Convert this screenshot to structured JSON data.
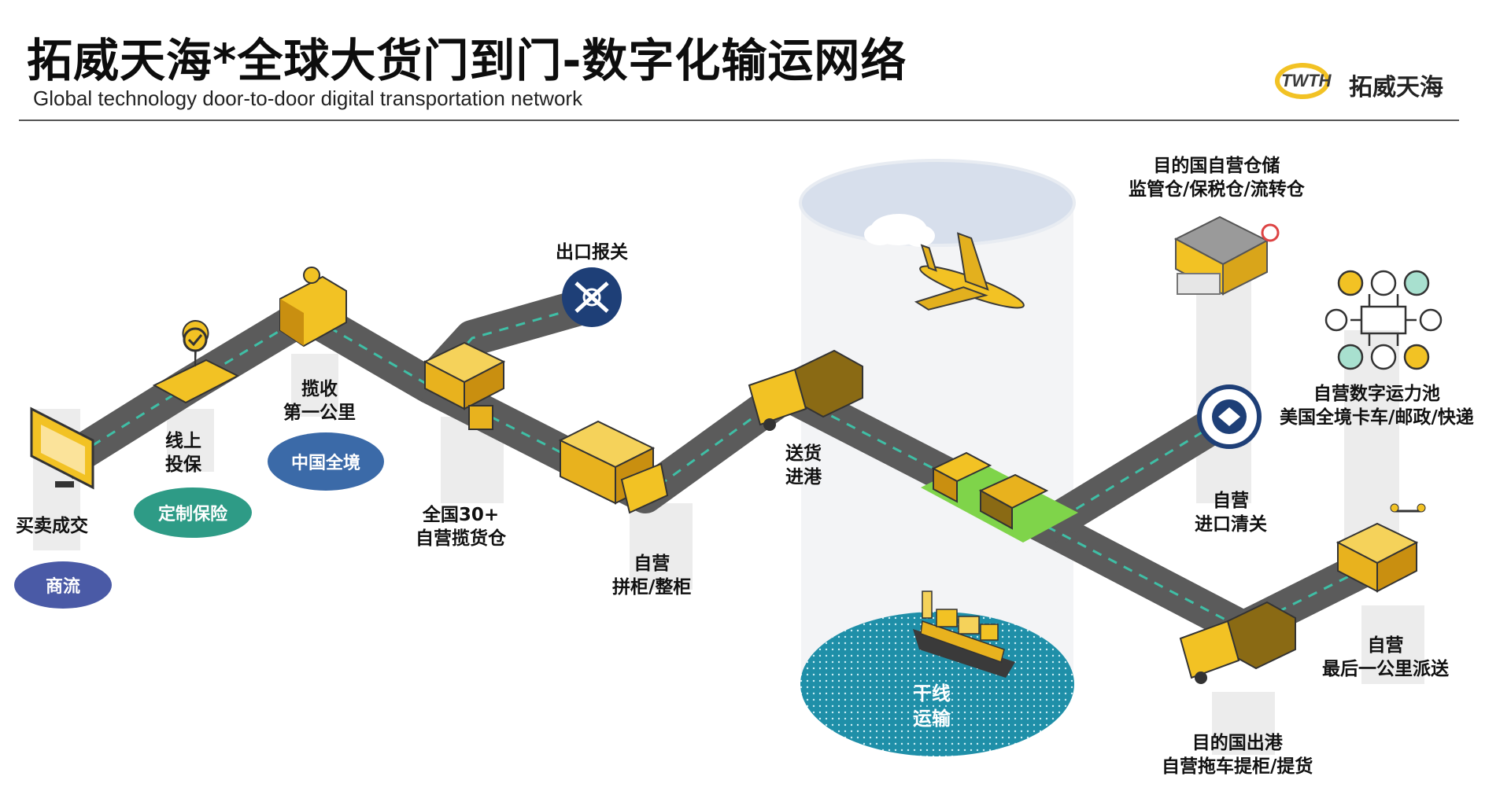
{
  "header": {
    "title": "拓威天海*全球大货门到门-数字化输运网络",
    "subtitle": "Global technology door-to-door digital transportation network"
  },
  "logo": {
    "mark": "TWTH",
    "name": "拓威天海"
  },
  "stages": {
    "deal": "买卖成交",
    "insure_l1": "线上",
    "insure_l2": "投保",
    "pickup_l1": "揽收",
    "pickup_l2": "第一公里",
    "warehouse_l1": "全国30+",
    "warehouse_l2": "自营揽货仓",
    "export_customs": "出口报关",
    "consolidate_l1": "自营",
    "consolidate_l2": "拼柜/整柜",
    "port_l1": "送货",
    "port_l2": "进港",
    "trunk_l1": "干线",
    "trunk_l2": "运输",
    "dest_port_l1": "目的国出港",
    "dest_port_l2": "自营拖车提柜/提货",
    "import_l1": "自营",
    "import_l2": "进口清关",
    "storage_l1": "目的国自营仓储",
    "storage_l2": "监管仓/保税仓/流转仓",
    "pool_l1": "自营数字运力池",
    "pool_l2": "美国全境卡车/邮政/快递",
    "lastmile_l1": "自营",
    "lastmile_l2": "最后一公里派送"
  },
  "badges": {
    "commerce": "商流",
    "insurance": "定制保险",
    "china": "中国全境"
  },
  "colors": {
    "road": "#5b5b5b",
    "road_dash": "#3fbfa6",
    "accent_yellow": "#f2c224",
    "badge_commerce": "#4a5aa6",
    "badge_insurance": "#2e9b86",
    "badge_china": "#3b6aa8",
    "sky": "#d7dfec",
    "sea": "#1f8fa8",
    "rail_grass": "#7fd44a"
  }
}
